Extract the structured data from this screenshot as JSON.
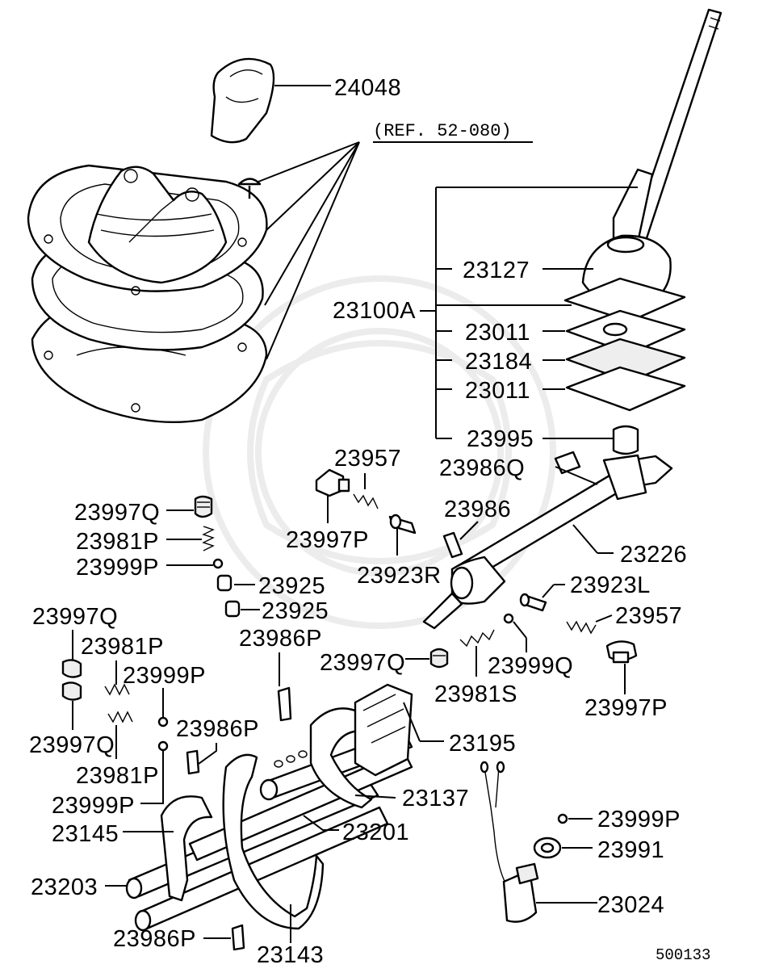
{
  "diagram": {
    "ref_note": "(REF. 52-080)",
    "code": "500133",
    "callouts": {
      "p24048": "24048",
      "p23127": "23127",
      "p23100A": "23100A",
      "p23011a": "23011",
      "p23184": "23184",
      "p23011b": "23011",
      "p23995": "23995",
      "p23986Q": "23986Q",
      "p23957a": "23957",
      "p23986": "23986",
      "p23226": "23226",
      "p23997Qa": "23997Q",
      "p23981Pa": "23981P",
      "p23999Pa": "23999P",
      "p23997Pa": "23997P",
      "p23923R": "23923R",
      "p23925a": "23925",
      "p23925b": "23925",
      "p23923L": "23923L",
      "p23957b": "23957",
      "p23997Qb": "23997Q",
      "p23981Pb": "23981P",
      "p23999Pb": "23999P",
      "p23986Pa": "23986P",
      "p23997Qc": "23997Q",
      "p23999Q": "23999Q",
      "p23997Pb": "23997P",
      "p23981S": "23981S",
      "p23997Qd": "23997Q",
      "p23986Pb": "23986P",
      "p23195": "23195",
      "p23981Pc": "23981P",
      "p23999Pc": "23999P",
      "p23137": "23137",
      "p23145": "23145",
      "p23201": "23201",
      "p23999Pd": "23999P",
      "p23991": "23991",
      "p23203": "23203",
      "p23024": "23024",
      "p23986Pc": "23986P",
      "p23143": "23143"
    }
  }
}
